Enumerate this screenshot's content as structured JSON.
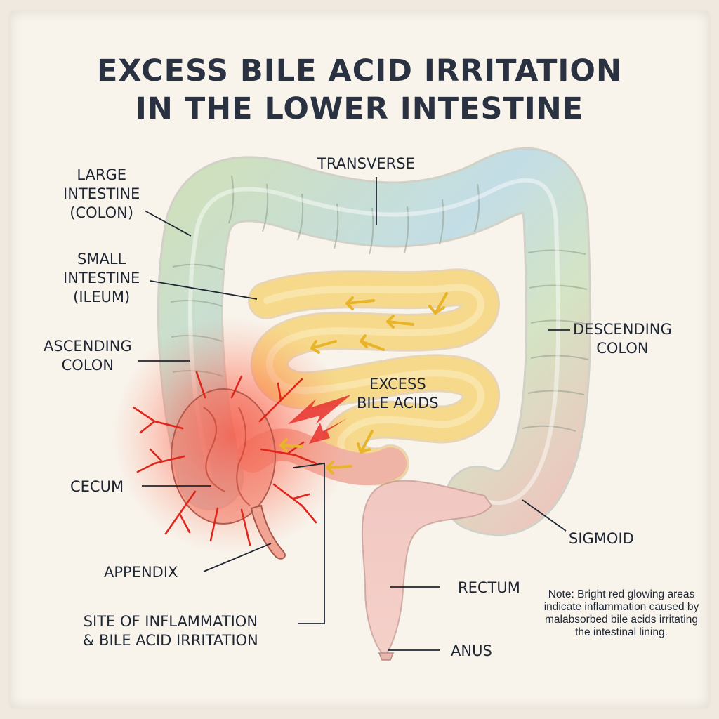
{
  "title": {
    "line1": "EXCESS BILE ACID IRRITATION",
    "line2": "IN THE LOWER INTESTINE"
  },
  "labels": {
    "large_intestine": [
      "LARGE",
      "INTESTINE",
      "(COLON)"
    ],
    "transverse": "TRANSVERSE",
    "small_intestine": [
      "SMALL",
      "INTESTINE",
      "(ILEUM)"
    ],
    "ascending_colon": [
      "ASCENDING",
      "COLON"
    ],
    "descending_colon": [
      "DESCENDING",
      "COLON"
    ],
    "excess_bile_acids": [
      "EXCESS",
      "BILE ACIDS"
    ],
    "cecum": "CECUM",
    "appendix": "APPENDIX",
    "site_of_inflammation": [
      "SITE OF INFLAMMATION",
      "& BILE ACID IRRITATION"
    ],
    "sigmoid": "SIGMOID",
    "rectum": "RECTUM",
    "anus": "ANUS"
  },
  "note": "Note: Bright red glowing areas indicate inflammation caused by malabsorbed bile acids irritating the intestinal lining.",
  "colors": {
    "title_text": "#2a3242",
    "colon_green": "#c9dcb8",
    "colon_blue": "#b9d3de",
    "colon_pink": "#efc3bd",
    "small_intestine_yellow": "#f6d98a",
    "inflammation_red": "#ee3b2c",
    "bile_arrow_yellow": "#e8b52a"
  }
}
